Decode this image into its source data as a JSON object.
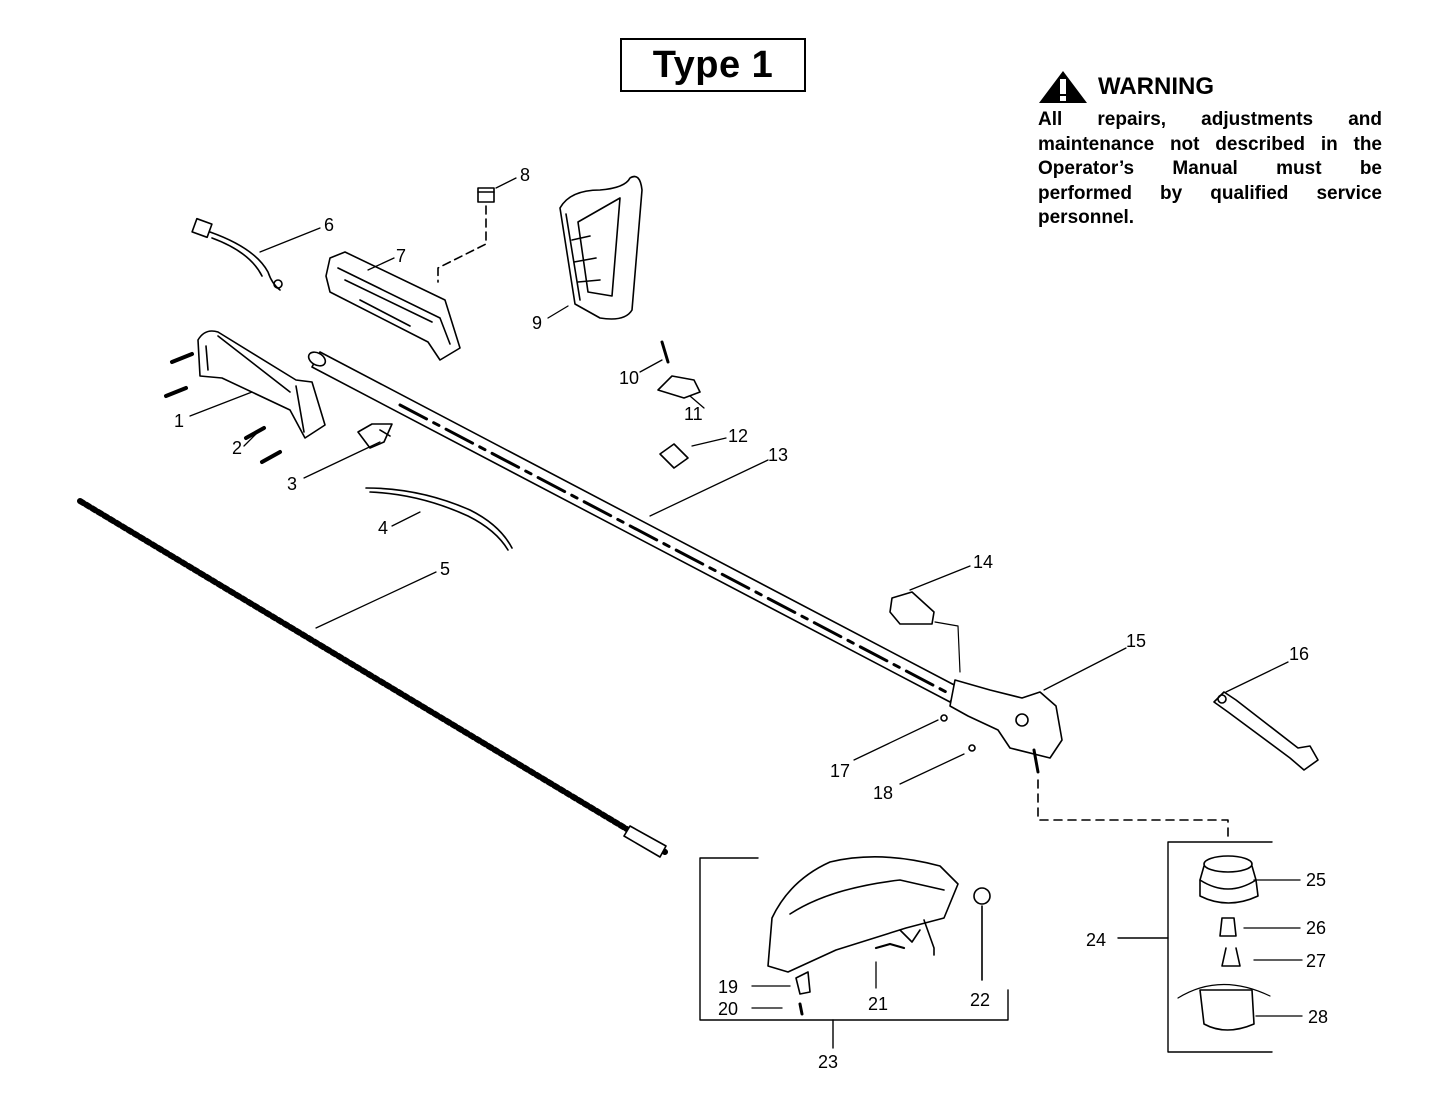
{
  "title": "Type 1",
  "warning": {
    "heading": "WARNING",
    "text": "All repairs, adjustments and maintenance not described in the Operator’s Manual must be performed by qualified  service personnel."
  },
  "parts": [
    {
      "key": "p1",
      "label": "1"
    },
    {
      "key": "p2",
      "label": "2"
    },
    {
      "key": "p3",
      "label": "3"
    },
    {
      "key": "p4",
      "label": "4"
    },
    {
      "key": "p5",
      "label": "5"
    },
    {
      "key": "p6",
      "label": "6"
    },
    {
      "key": "p7",
      "label": "7"
    },
    {
      "key": "p8",
      "label": "8"
    },
    {
      "key": "p9",
      "label": "9"
    },
    {
      "key": "p10",
      "label": "10"
    },
    {
      "key": "p11",
      "label": "11"
    },
    {
      "key": "p12",
      "label": "12"
    },
    {
      "key": "p13",
      "label": "13"
    },
    {
      "key": "p14",
      "label": "14"
    },
    {
      "key": "p15",
      "label": "15"
    },
    {
      "key": "p16",
      "label": "16"
    },
    {
      "key": "p17",
      "label": "17"
    },
    {
      "key": "p18",
      "label": "18"
    },
    {
      "key": "p19",
      "label": "19"
    },
    {
      "key": "p20",
      "label": "20"
    },
    {
      "key": "p21",
      "label": "21"
    },
    {
      "key": "p22",
      "label": "22"
    },
    {
      "key": "p23",
      "label": "23"
    },
    {
      "key": "p24",
      "label": "24"
    },
    {
      "key": "p25",
      "label": "25"
    },
    {
      "key": "p26",
      "label": "26"
    },
    {
      "key": "p27",
      "label": "27"
    },
    {
      "key": "p28",
      "label": "28"
    }
  ]
}
